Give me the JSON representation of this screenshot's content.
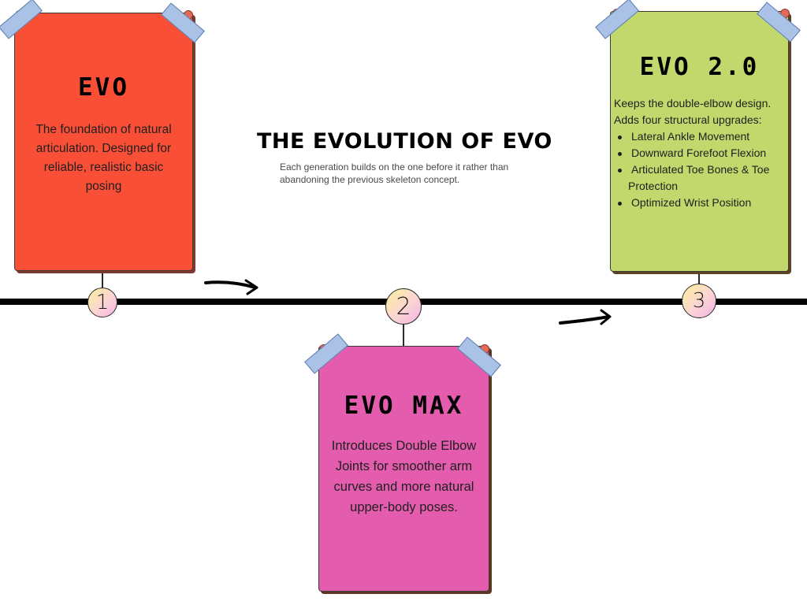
{
  "headline": {
    "title": "THE EVOLUTION OF EVO",
    "subtitle": "Each generation builds on the one before it rather than abandoning the previous skeleton concept."
  },
  "colors": {
    "card1": "#f94f37",
    "card2": "#e45cae",
    "card3": "#c2d86d",
    "timeline": "#000000",
    "tape": "#a9c2e6"
  },
  "milestones": [
    "1",
    "2",
    "3"
  ],
  "cards": [
    {
      "title": "EVO",
      "text_lines": [
        "The foundation of natural",
        "articulation. Designed for",
        "reliable, realistic basic",
        "posing"
      ]
    },
    {
      "title": "EVO MAX",
      "text_lines": [
        "Introduces Double Elbow",
        "Joints for smoother arm",
        "curves and more natural",
        "upper-body poses."
      ]
    },
    {
      "title": "EVO 2.0",
      "intro_lines": [
        "Keeps the double-elbow design.",
        "Adds four structural upgrades:"
      ],
      "features": [
        "Lateral Ankle Movement",
        "Downward Forefoot Flexion",
        "Articulated Toe Bones & Toe",
        "Optimized Wrist Position"
      ],
      "feature_wrap": "Protection"
    }
  ]
}
